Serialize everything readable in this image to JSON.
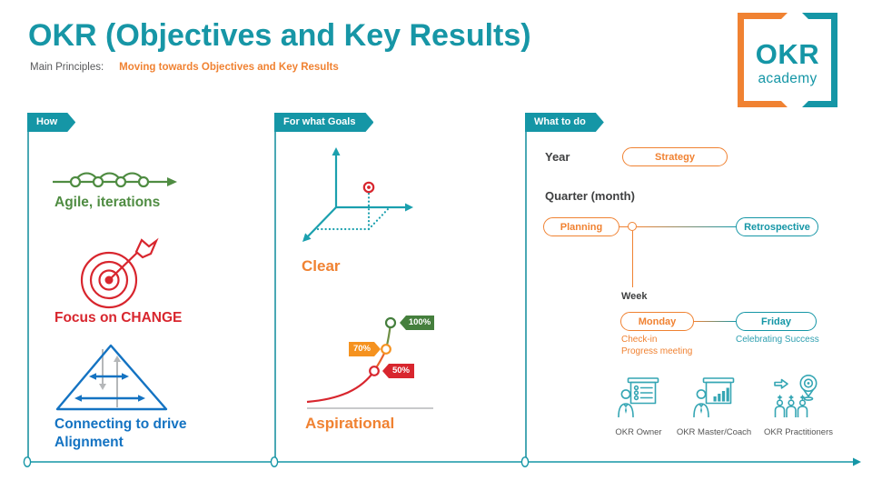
{
  "page": {
    "title": "OKR (Objectives and Key Results)",
    "subtitle_label": "Main Principles:",
    "subtitle_value": "Moving towards Objectives and Key Results"
  },
  "logo": {
    "line1": "OKR",
    "line2": "academy"
  },
  "colors": {
    "teal": "#1596A6",
    "orange": "#F08232",
    "green": "#4F8C42",
    "red": "#D8262E",
    "blue": "#1473C2",
    "tag_orange": "#F5921F",
    "tag_green": "#457F3D",
    "gray_text": "#58595B"
  },
  "columns": {
    "how": {
      "banner": "How",
      "items": [
        {
          "icon": "iterations-arrow-icon",
          "label": "Agile, iterations"
        },
        {
          "icon": "target-dart-icon",
          "label": "Focus on CHANGE"
        },
        {
          "icon": "alignment-triangle-icon",
          "label": "Connecting to drive Alignment"
        }
      ]
    },
    "goals": {
      "banner": "For what Goals",
      "items": [
        {
          "icon": "xyz-axes-point-icon",
          "label": "Clear"
        },
        {
          "icon": "growth-curve-icon",
          "label": "Aspirational",
          "milestones": [
            "50%",
            "70%",
            "100%"
          ]
        }
      ]
    },
    "todo": {
      "banner": "What to do",
      "year": {
        "label": "Year",
        "button": "Strategy"
      },
      "quarter": {
        "label": "Quarter (month)",
        "left_button": "Planning",
        "right_button": "Retrospective"
      },
      "week": {
        "label": "Week",
        "left_button": "Monday",
        "right_button": "Friday",
        "left_note_1": "Check-in",
        "left_note_2": "Progress meeting",
        "right_note": "Celebrating Success"
      },
      "roles": [
        {
          "icon": "presenter-checklist-icon",
          "label": "OKR Owner"
        },
        {
          "icon": "presenter-chart-icon",
          "label": "OKR Master/Coach"
        },
        {
          "icon": "team-target-icon",
          "label": "OKR Practitioners"
        }
      ]
    }
  }
}
